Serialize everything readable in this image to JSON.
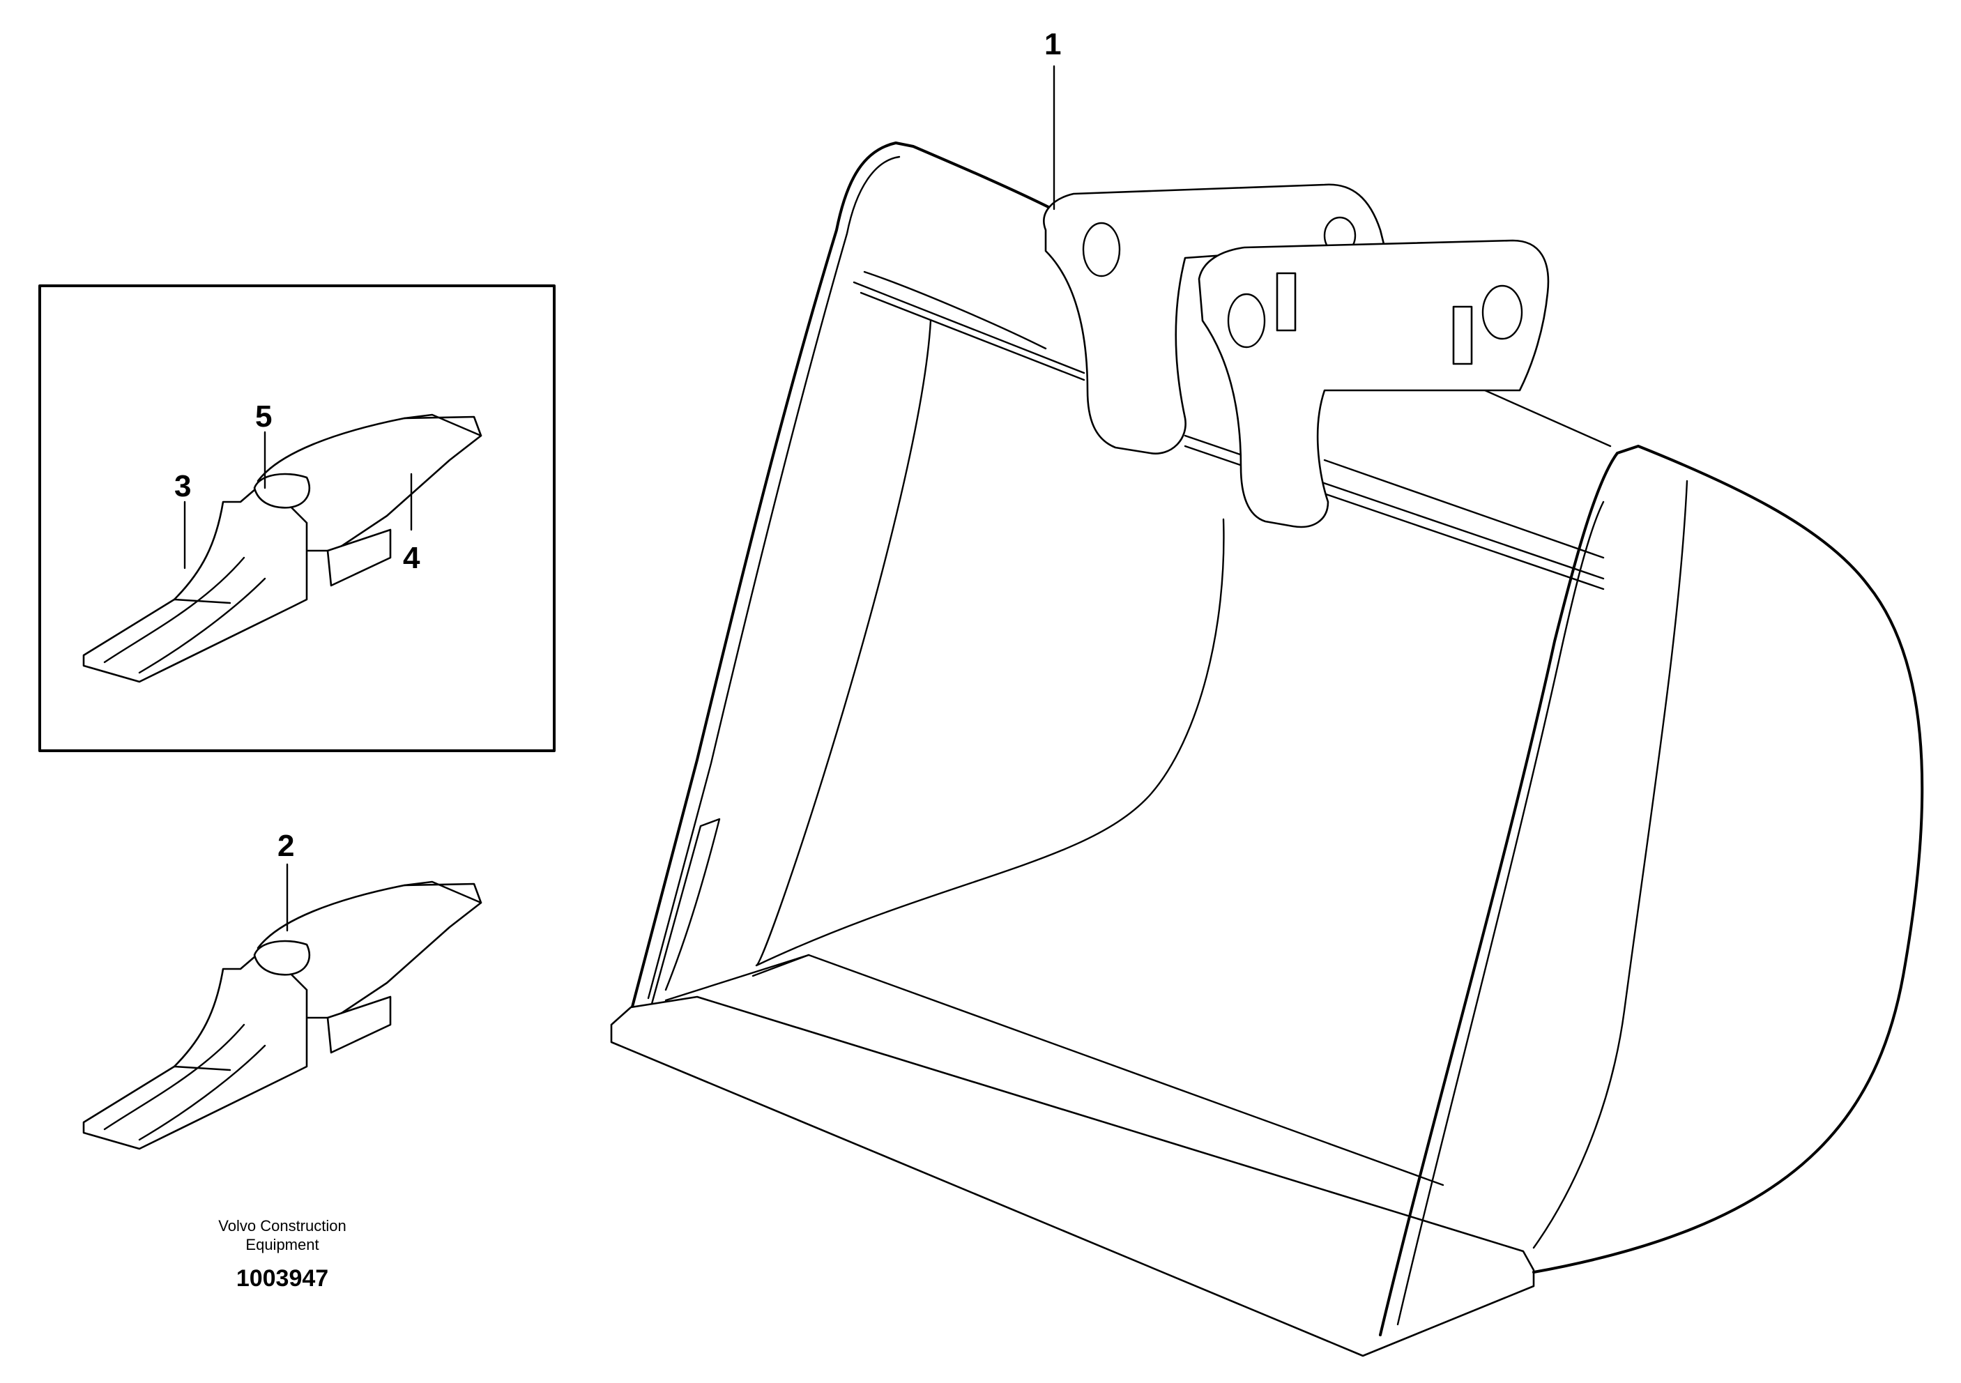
{
  "callouts": {
    "c1": "1",
    "c2": "2",
    "c3": "3",
    "c4": "4",
    "c5": "5"
  },
  "caption": {
    "company_line1": "Volvo Construction",
    "company_line2": "Equipment",
    "drawing_number": "1003947"
  },
  "colors": {
    "line": "#000000",
    "background": "#ffffff"
  }
}
